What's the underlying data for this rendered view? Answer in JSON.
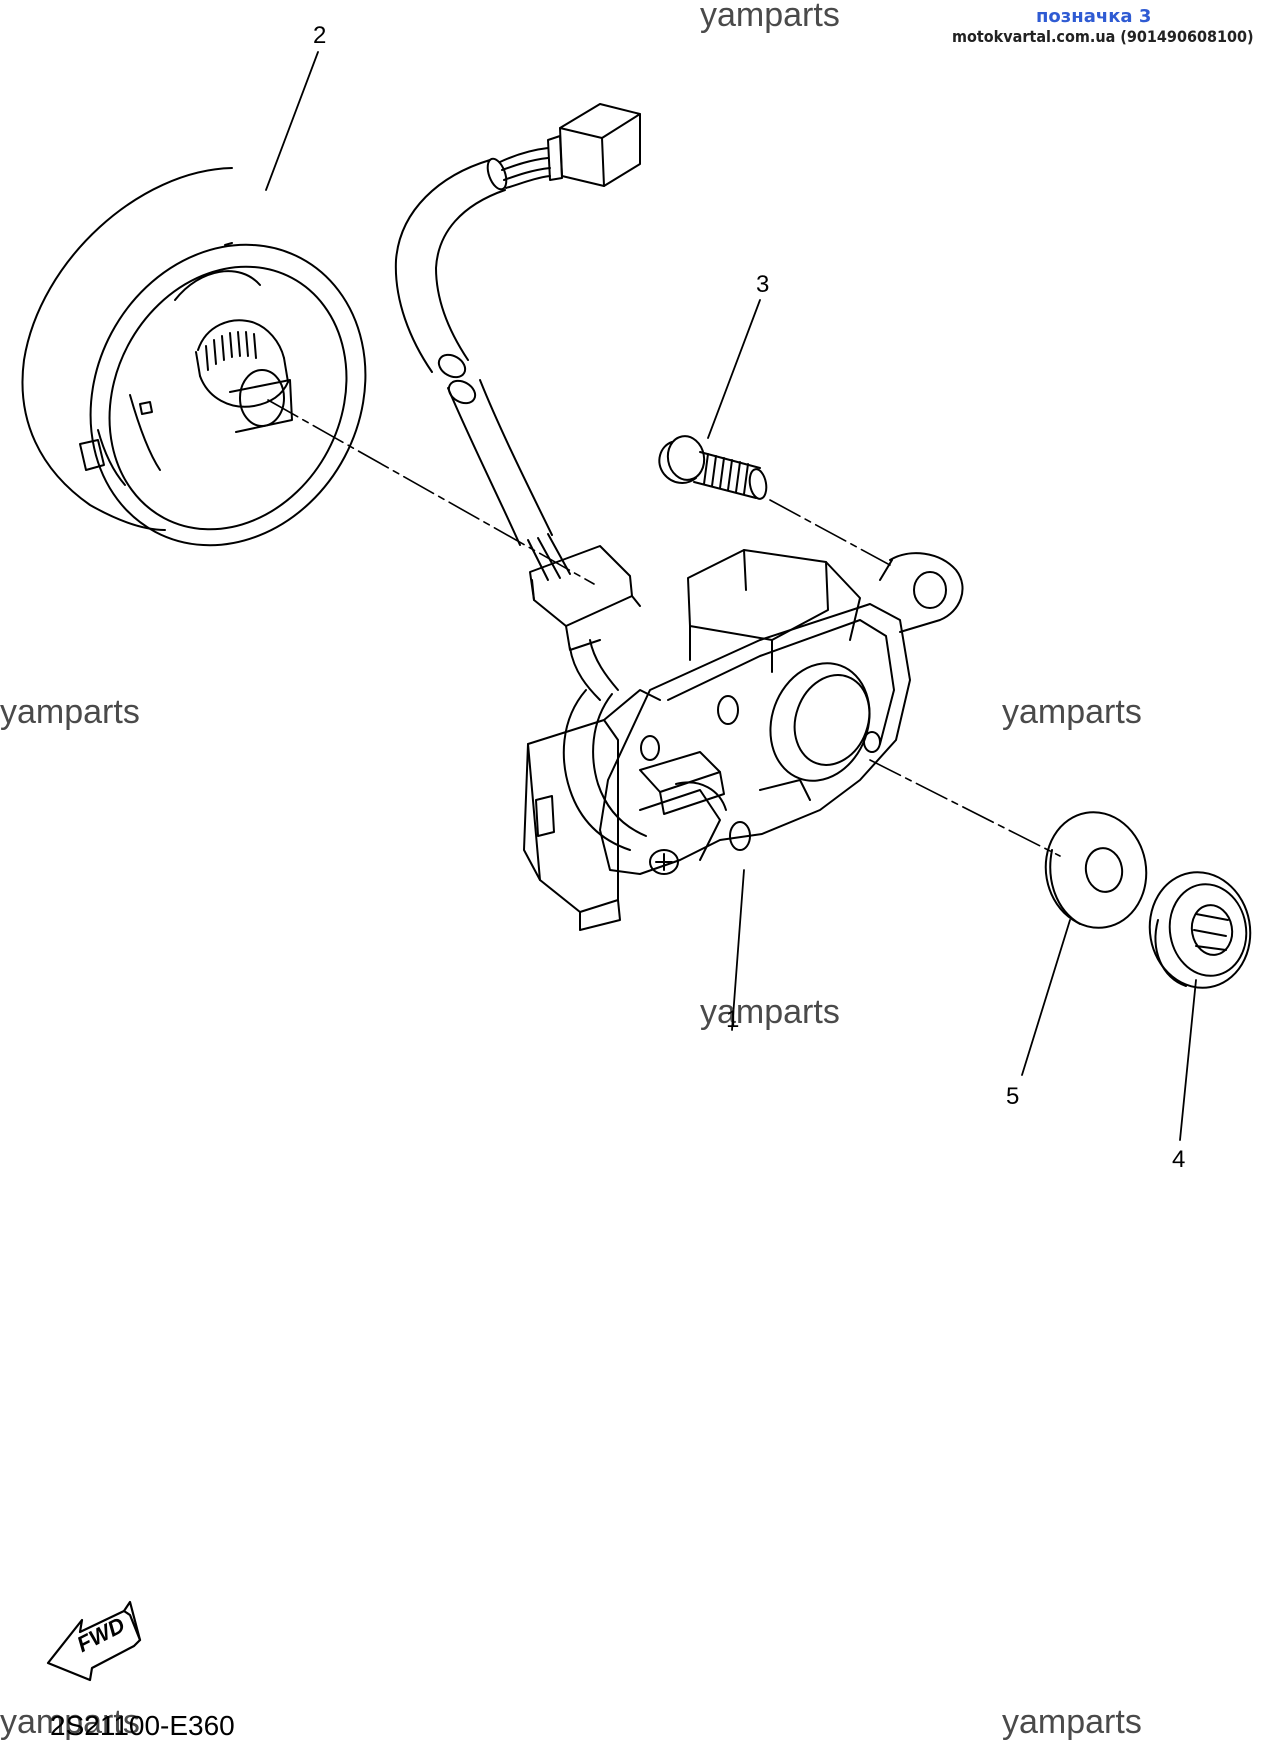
{
  "stamp": {
    "title": "позначка 3",
    "site": "motokvartal.com.ua (901490608100)"
  },
  "watermark": "yamparts",
  "callouts": {
    "part1": "1",
    "part2": "2",
    "part3": "3",
    "part4": "4",
    "part5": "5"
  },
  "fwd_label": "FWD",
  "drawing_code": "2S21100-E360",
  "colors": {
    "line": "#000000",
    "watermark": "#4a4a4a",
    "stamp_title": "#2f5bd3"
  }
}
